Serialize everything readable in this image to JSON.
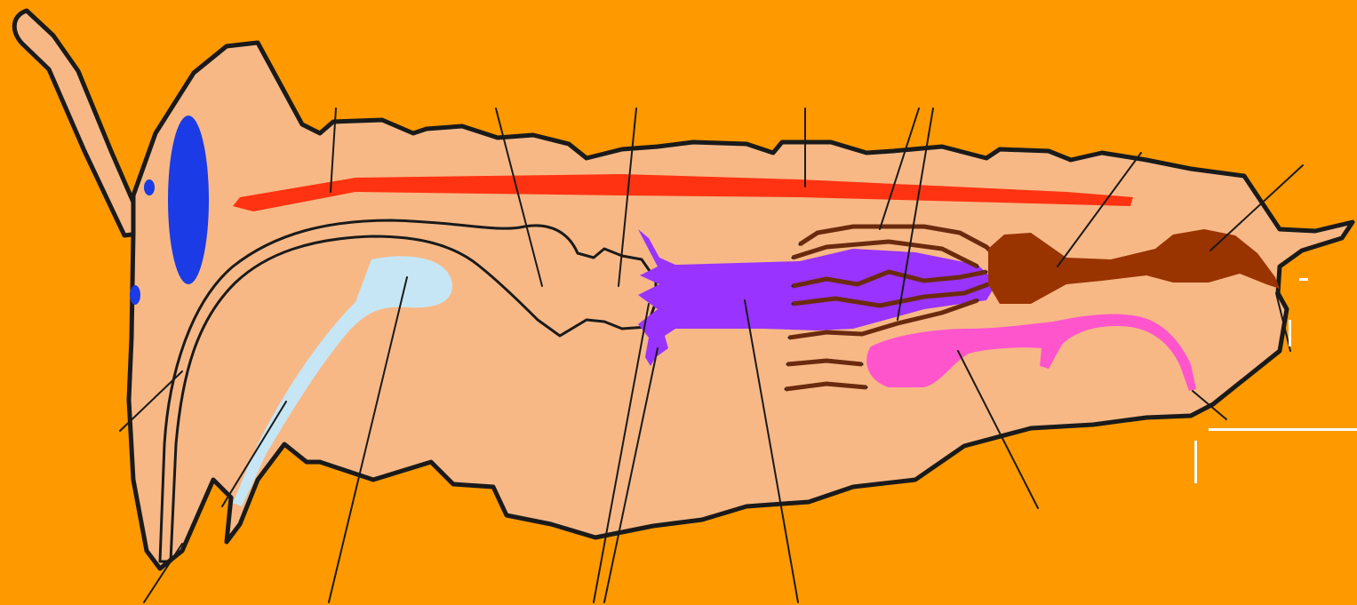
{
  "diagram": {
    "kind": "insect-internal-anatomy",
    "labels_shown": false,
    "colors": {
      "background": "#FF9900",
      "body": "#F7B886",
      "outline": "#1A1A1A",
      "eye": "#1A3BE6",
      "dorsal_vessel": "#FF3311",
      "foregut": "#22E622",
      "salivary_gland": "#C6E6F5",
      "midgut": "#9933FF",
      "malpighian_tubules": "#6B2A0E",
      "hindgut": "#993300",
      "reproductive": "#FF55CC",
      "leader_line": "#1A1A1A"
    },
    "parts": [
      {
        "id": "antenna",
        "icon": "antenna"
      },
      {
        "id": "compound-eye",
        "icon": "eye"
      },
      {
        "id": "ocelli",
        "icon": "dot"
      },
      {
        "id": "dorsal-vessel",
        "icon": "heart-tube"
      },
      {
        "id": "esophagus",
        "icon": "tube"
      },
      {
        "id": "crop",
        "icon": "sac"
      },
      {
        "id": "proventriculus",
        "icon": "sac"
      },
      {
        "id": "gastric-caeca",
        "icon": "pouch"
      },
      {
        "id": "midgut",
        "icon": "tube"
      },
      {
        "id": "malpighian-tubules",
        "icon": "tubules"
      },
      {
        "id": "hindgut",
        "icon": "tube"
      },
      {
        "id": "rectum",
        "icon": "sac"
      },
      {
        "id": "salivary-gland",
        "icon": "gland"
      },
      {
        "id": "ovary",
        "icon": "gland"
      },
      {
        "id": "mouthparts",
        "icon": "mouthparts"
      },
      {
        "id": "anus",
        "icon": "opening"
      }
    ],
    "leader_line_count": 15
  }
}
